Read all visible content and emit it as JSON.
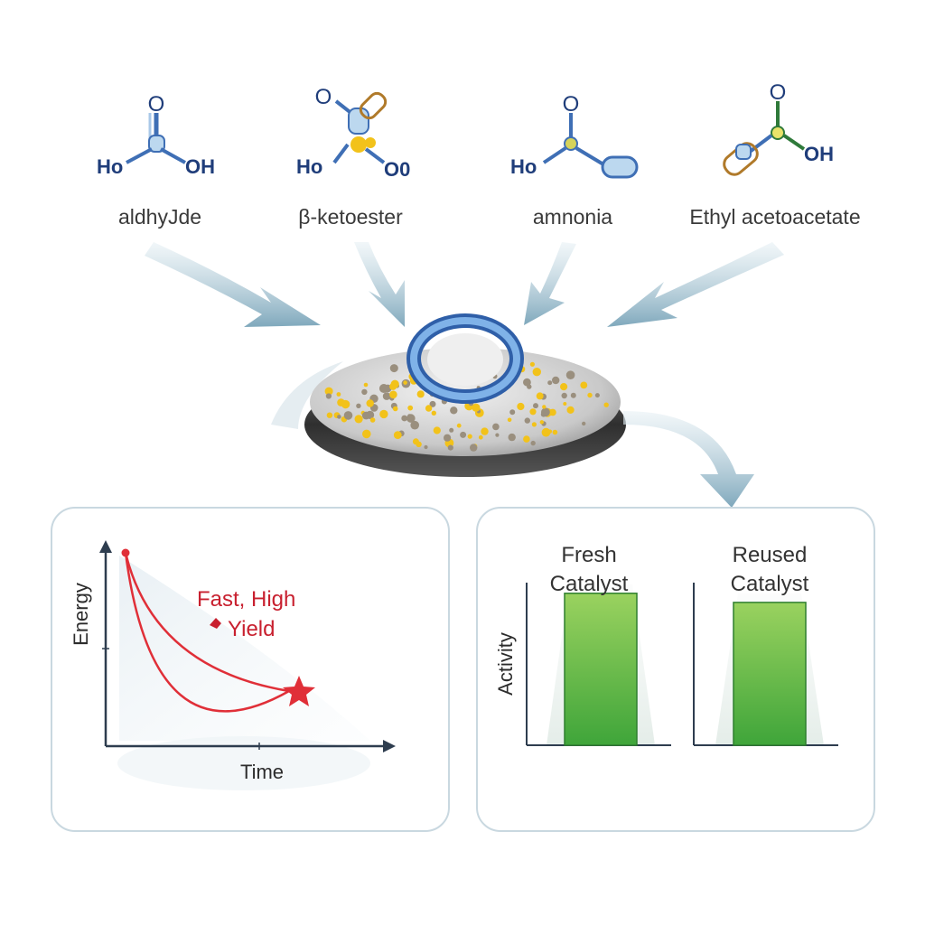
{
  "reactants": [
    {
      "name": "aldhyJde",
      "atoms": [
        "O",
        "Ho",
        "OH"
      ]
    },
    {
      "name": "β-ketoester",
      "atoms": [
        "O",
        "Ho",
        "O0"
      ]
    },
    {
      "name": "amnonia",
      "atoms": [
        "O",
        "Ho"
      ]
    },
    {
      "name": "Ethyl acetoacetate",
      "atoms": [
        "O",
        "OH"
      ]
    }
  ],
  "energy_panel": {
    "ylabel": "Energy",
    "xlabel": "Time",
    "annotation_line1": "Fast, High",
    "annotation_line2": "Yield",
    "curve_color": "#e02f38",
    "marker_icon": "star-icon"
  },
  "activity_panel": {
    "ylabel": "Activity",
    "bar_color": "#6cbf45"
  },
  "chart_data": {
    "type": "bar",
    "categories": [
      "Fresh\nCatalyst",
      "Reused\nCatalyst"
    ],
    "category_lines": [
      [
        "Fresh",
        "Catalyst"
      ],
      [
        "Reused",
        "Catalyst"
      ]
    ],
    "values": [
      1.0,
      0.94
    ],
    "ylabel": "Activity",
    "ylim": [
      0,
      1.1
    ],
    "grid": false
  },
  "colors": {
    "arrow": "#9dbfd0",
    "molecule_bond": "#3f6fb5",
    "catalyst_particle": "#f2c21a",
    "panel_border": "#c9d8e0"
  }
}
